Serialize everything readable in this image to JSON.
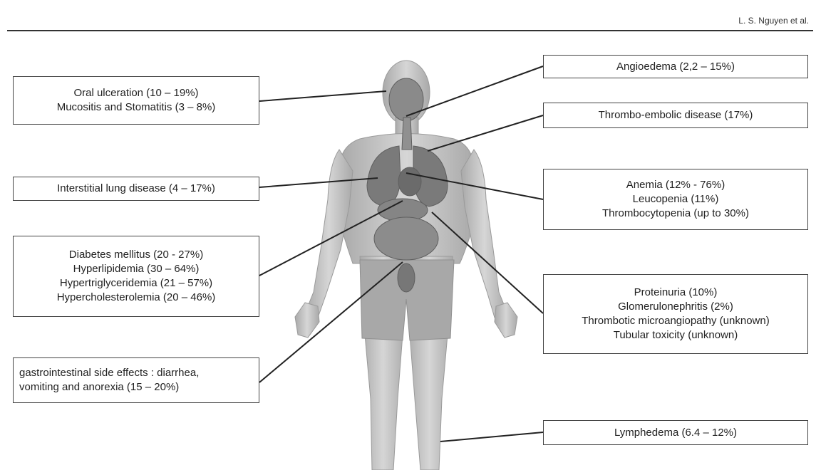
{
  "header": {
    "author": "L. S. Nguyen et al."
  },
  "colors": {
    "body": "#bdbdbd",
    "organ": "#7a7a7a",
    "line": "#222222",
    "box_border": "#444444"
  },
  "icons": {
    "figure": "human-body-anatomy"
  },
  "boxes": {
    "oral": {
      "lines": [
        "Oral ulceration (10 – 19%)",
        "Mucositis and Stomatitis (3 – 8%)"
      ]
    },
    "lung": {
      "lines": [
        "Interstitial lung disease (4 – 17%)"
      ]
    },
    "metabolic": {
      "lines": [
        "Diabetes mellitus (20 - 27%)",
        "Hyperlipidemia (30 – 64%)",
        "Hypertriglyceridemia (21 – 57%)",
        "Hypercholesterolemia (20 – 46%)"
      ]
    },
    "gi": {
      "lines": [
        "gastrointestinal side effects : diarrhea,",
        "vomiting and anorexia (15 – 20%)"
      ]
    },
    "angio": {
      "lines": [
        "Angioedema (2,2 – 15%)"
      ]
    },
    "thrombo": {
      "lines": [
        "Thrombo-embolic disease (17%)"
      ]
    },
    "blood": {
      "lines": [
        "Anemia (12% - 76%)",
        "Leucopenia (11%)",
        "Thrombocytopenia (up to 30%)"
      ]
    },
    "renal": {
      "lines": [
        "Proteinuria (10%)",
        "Glomerulonephritis (2%)",
        "Thrombotic microangiopathy (unknown)",
        "Tubular toxicity (unknown)"
      ]
    },
    "lymph": {
      "lines": [
        "Lymphedema (6.4 – 12%)"
      ]
    }
  }
}
